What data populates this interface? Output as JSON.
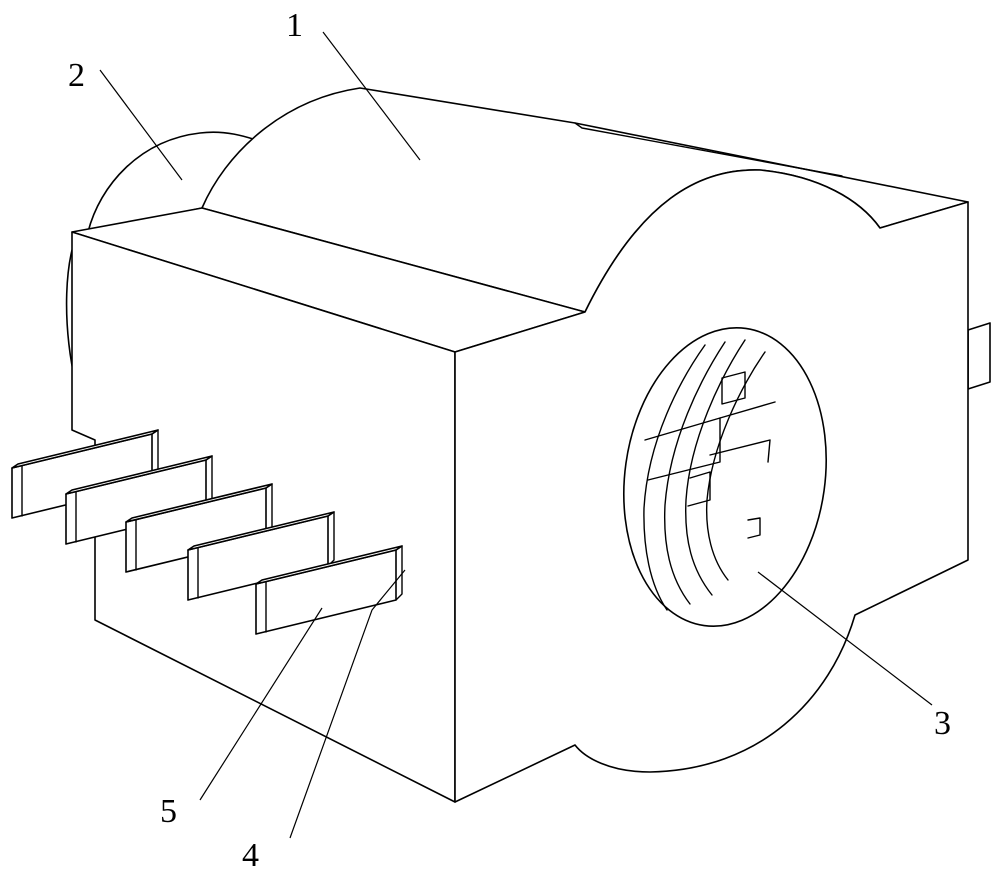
{
  "figure": {
    "labels": [
      {
        "id": "label-1",
        "text": "1"
      },
      {
        "id": "label-2",
        "text": "2"
      },
      {
        "id": "label-3",
        "text": "3"
      },
      {
        "id": "label-4",
        "text": "4"
      },
      {
        "id": "label-5",
        "text": "5"
      }
    ],
    "terminal_pins": 5
  }
}
